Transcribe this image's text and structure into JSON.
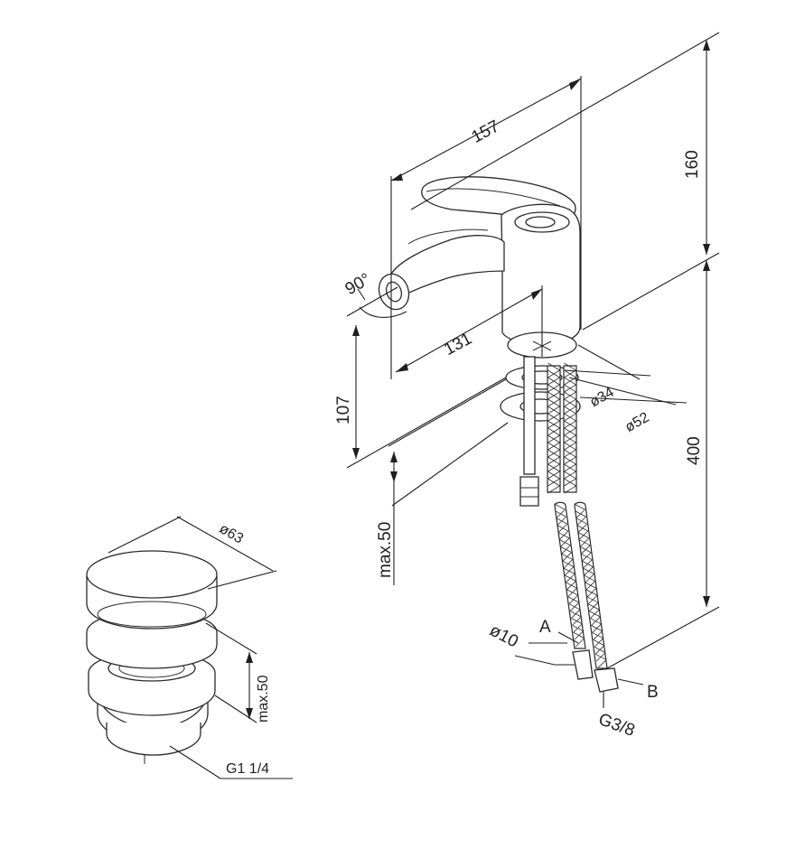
{
  "dimensions": {
    "length_total": "157",
    "height_top": "160",
    "angle": "90°",
    "spout_length": "131",
    "height_spout": "107",
    "dia_inner": "ø34",
    "dia_outer": "ø52",
    "height_supply": "400",
    "max_thickness": "max.50",
    "hose_dia": "ø10",
    "label_a": "A",
    "label_b": "B",
    "thread": "G3/8"
  },
  "drain": {
    "dia": "ø63",
    "max_thickness": "max.50",
    "thread": "G1 1/4"
  }
}
